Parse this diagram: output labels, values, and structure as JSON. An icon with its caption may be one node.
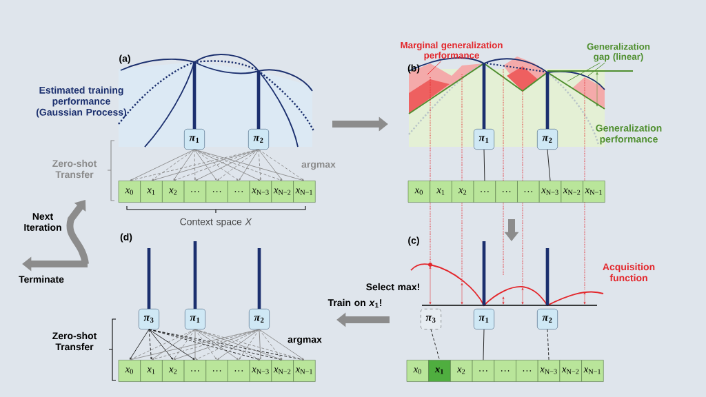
{
  "diagram": {
    "nodes": [
      {
        "text": [
          "*π*$_{1}$"
        ]
      },
      {
        "text": [
          "*π*$_{2}$"
        ]
      },
      {
        "text": [
          "*x*$_{0}$"
        ]
      },
      {
        "text": [
          "*x*$_{1}$"
        ]
      },
      {
        "text": [
          "*x*$_{2}$"
        ]
      },
      {
        "text": [
          "…"
        ]
      },
      {
        "text": [
          "…"
        ]
      },
      {
        "text": [
          "…"
        ]
      },
      {
        "text": [
          "*x*$_{N−3}$"
        ]
      },
      {
        "text": [
          "*x*$_{N−2}$"
        ]
      },
      {
        "text": [
          "*x*$_{N−1}$"
        ]
      },
      {
        "text": [
          "*π*$_{1}$"
        ]
      },
      {
        "text": [
          "*π*$_{2}$"
        ]
      },
      {
        "text": [
          "*x*$_{0}$"
        ]
      },
      {
        "text": [
          "*x*$_{1}$"
        ]
      },
      {
        "text": [
          "*x*$_{2}$"
        ]
      },
      {
        "text": [
          "…"
        ]
      },
      {
        "text": [
          "…"
        ]
      },
      {
        "text": [
          "…"
        ]
      },
      {
        "text": [
          "*x*$_{N−3}$"
        ]
      },
      {
        "text": [
          "*x*$_{N−2}$"
        ]
      },
      {
        "text": [
          "*x*$_{N−1}$"
        ]
      },
      {
        "text": [
          "*π*$_{3}$"
        ]
      },
      {
        "text": [
          "*π*$_{1}$"
        ]
      },
      {
        "text": [
          "*π*$_{2}$"
        ]
      },
      {
        "text": [
          "*x*$_{0}$"
        ]
      },
      {
        "text": [
          "*x*$_{1}$"
        ]
      },
      {
        "text": [
          "*x*$_{2}$"
        ]
      },
      {
        "text": [
          "…"
        ]
      },
      {
        "text": [
          "…"
        ]
      },
      {
        "text": [
          "…"
        ]
      },
      {
        "text": [
          "*x*$_{N−3}$"
        ]
      },
      {
        "text": [
          "*x*$_{N−2}$"
        ]
      },
      {
        "text": [
          "*x*$_{N−1}$"
        ]
      },
      {
        "text": [
          "*π*$_{3}$"
        ]
      },
      {
        "text": [
          "*π*$_{1}$"
        ]
      },
      {
        "text": [
          "*π*$_{2}$"
        ]
      },
      {
        "text": [
          "*x*$_{0}$"
        ]
      },
      {
        "text": [
          "*x*$_{1}$"
        ]
      },
      {
        "text": [
          "*x*$_{2}$"
        ]
      },
      {
        "text": [
          "…"
        ]
      },
      {
        "text": [
          "…"
        ]
      },
      {
        "text": [
          "…"
        ]
      },
      {
        "text": [
          "*x*$_{N−3}$"
        ]
      },
      {
        "text": [
          "*x*$_{N−2}$"
        ]
      },
      {
        "text": [
          "*x*$_{N−1}$"
        ]
      },
      {
        "text": [
          "Marginal generalization performance"
        ]
      },
      {
        "text": [
          "Generalization gap (linear)"
        ]
      }
    ],
    "edges": [
      {
        "from": 0,
        "to": 2,
        "arrow": "to"
      },
      {
        "from": 0,
        "to": 3,
        "arrow": "to",
        "style": "dashed"
      },
      {
        "from": 0,
        "to": 4,
        "arrow": "to"
      },
      {
        "from": 0,
        "to": 5,
        "arrow": "to",
        "style": "dashed"
      },
      {
        "from": 0,
        "to": 6,
        "arrow": "to"
      },
      {
        "from": 0,
        "to": 7,
        "arrow": "to",
        "style": "dashed"
      },
      {
        "from": 0,
        "to": 8,
        "arrow": "to"
      },
      {
        "from": 0,
        "to": 9,
        "arrow": "to",
        "style": "dashed"
      },
      {
        "from": 0,
        "to": 10,
        "arrow": "to"
      },
      {
        "from": 1,
        "to": 2,
        "arrow": "to",
        "style": "dashed"
      },
      {
        "from": 1,
        "to": 3,
        "arrow": "to"
      },
      {
        "from": 1,
        "to": 4,
        "arrow": "to",
        "style": "dashed"
      },
      {
        "from": 1,
        "to": 5,
        "arrow": "to"
      },
      {
        "from": 1,
        "to": 6,
        "arrow": "to",
        "style": "dashed"
      },
      {
        "from": 1,
        "to": 7,
        "arrow": "to"
      },
      {
        "from": 1,
        "to": 8,
        "arrow": "to",
        "style": "dashed"
      },
      {
        "from": 1,
        "to": 9,
        "arrow": "to"
      },
      {
        "from": 1,
        "to": 10,
        "arrow": "to",
        "style": "dashed"
      },
      {
        "from": 11,
        "to": 16,
        "arrow": "none",
        "color": "#1a1a1a"
      },
      {
        "from": 12,
        "to": 19,
        "arrow": "none",
        "color": "#1a1a1a"
      },
      {
        "from": 22,
        "to": 26,
        "arrow": "none",
        "style": "dashed",
        "color": "#1a1a1a"
      },
      {
        "from": 23,
        "to": 28,
        "arrow": "none",
        "color": "#1a1a1a"
      },
      {
        "from": 24,
        "to": 31,
        "arrow": "none",
        "style": "dashed",
        "color": "#1a1a1a"
      },
      {
        "from": 34,
        "to": 37,
        "arrow": "to",
        "color": "#1a1a1a"
      },
      {
        "from": 34,
        "to": 38,
        "arrow": "to",
        "style": "dashed",
        "color": "#1a1a1a"
      },
      {
        "from": 34,
        "to": 39,
        "arrow": "to",
        "color": "#1a1a1a"
      },
      {
        "from": 34,
        "to": 40,
        "arrow": "to",
        "color": "#1a1a1a"
      },
      {
        "from": 34,
        "to": 43,
        "arrow": "to",
        "style": "dashed",
        "color": "#1a1a1a"
      },
      {
        "from": 34,
        "to": 44,
        "arrow": "to",
        "style": "dashed",
        "color": "#1a1a1a"
      },
      {
        "from": 34,
        "to": 45,
        "arrow": "to",
        "style": "dashed",
        "color": "#1a1a1a"
      },
      {
        "from": 35,
        "to": 37,
        "arrow": "to",
        "style": "dashed"
      },
      {
        "from": 35,
        "to": 38,
        "arrow": "to"
      },
      {
        "from": 35,
        "to": 39,
        "arrow": "to",
        "style": "dashed"
      },
      {
        "from": 35,
        "to": 40,
        "arrow": "to"
      },
      {
        "from": 35,
        "to": 41,
        "arrow": "to",
        "style": "dashed"
      },
      {
        "from": 35,
        "to": 42,
        "arrow": "to"
      },
      {
        "from": 35,
        "to": 43,
        "arrow": "to",
        "style": "dashed"
      },
      {
        "from": 35,
        "to": 44,
        "arrow": "to"
      },
      {
        "from": 35,
        "to": 45,
        "arrow": "to",
        "style": "dashed"
      },
      {
        "from": 36,
        "to": 37,
        "arrow": "to"
      },
      {
        "from": 36,
        "to": 38,
        "arrow": "to",
        "style": "dashed"
      },
      {
        "from": 36,
        "to": 39,
        "arrow": "to"
      },
      {
        "from": 36,
        "to": 40,
        "arrow": "to",
        "style": "dashed"
      },
      {
        "from": 36,
        "to": 41,
        "arrow": "to"
      },
      {
        "from": 36,
        "to": 42,
        "arrow": "to",
        "style": "dashed"
      },
      {
        "from": 36,
        "to": 43,
        "arrow": "to"
      },
      {
        "from": 36,
        "to": 44,
        "arrow": "to",
        "style": "dashed"
      },
      {
        "from": 36,
        "to": 45,
        "arrow": "to"
      },
      {
        "from": 46,
        "to": null,
        "arrow": "none",
        "color": "#e3262b"
      },
      {
        "from": 47,
        "to": null,
        "arrow": "none",
        "color": "#4f8f2f"
      },
      {
        "from": 47,
        "to": null,
        "arrow": "none",
        "color": "#4f8f2f"
      }
    ],
    "labels": [
      "(a)",
      "Estimated training performance (Gaussian Process)",
      "Zero-shot Transfer",
      "argmax",
      "Context space *X*",
      "(b)",
      "Generalization performance",
      "Next Iteration",
      "Terminate",
      "(c)",
      "Select max!",
      "Acquisition function",
      "Train on *x*$_{1}$!",
      "(d)",
      "Zero-shot Transfer",
      "argmax"
    ]
  }
}
